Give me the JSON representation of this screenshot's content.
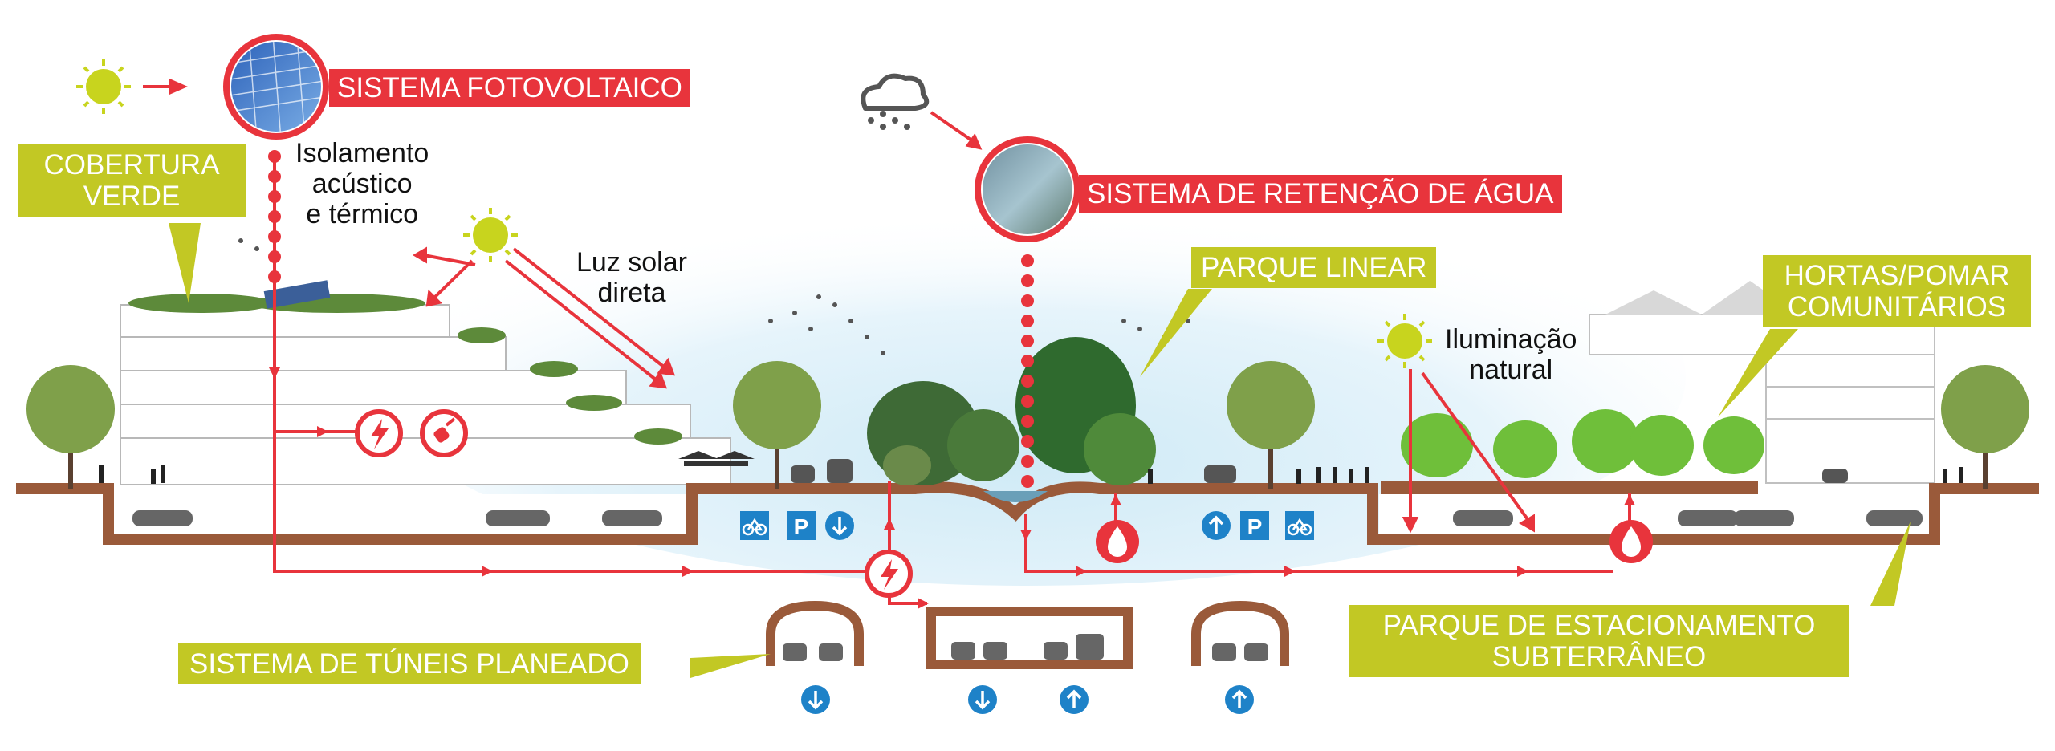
{
  "labels": {
    "fotovoltaico": "SISTEMA FOTOVOLTAICO",
    "retencao": "SISTEMA DE RETENÇÃO DE ÁGUA",
    "cobertura_line1": "COBERTURA",
    "cobertura_line2": "VERDE",
    "parque_linear": "PARQUE LINEAR",
    "hortas_line1": "HORTAS/POMAR",
    "hortas_line2": "COMUNITÁRIOS",
    "tuneis": "SISTEMA DE TÚNEIS PLANEADO",
    "estacionamento_line1": "PARQUE DE ESTACIONAMENTO",
    "estacionamento_line2": "SUBTERRÂNEO"
  },
  "notes": {
    "isolamento_line1": "Isolamento",
    "isolamento_line2": "acústico",
    "isolamento_line3": "e térmico",
    "luz_line1": "Luz solar",
    "luz_line2": "direta",
    "iluminacao_line1": "Iluminação",
    "iluminacao_line2": "natural"
  },
  "signs": {
    "parking": "P"
  },
  "colors": {
    "red": "#e8343c",
    "lime": "#c2c824",
    "earth": "#9a5a3a",
    "sign_blue": "#1e82c8",
    "sun": "#c8d41e"
  },
  "icons": [
    "sun-icon",
    "rain-cloud-icon",
    "lightning-icon",
    "plug-icon",
    "water-drop-icon",
    "bicycle-icon",
    "parking-icon",
    "arrow-down-icon",
    "arrow-up-icon",
    "tree-icon",
    "car-icon",
    "tunnel-icon",
    "building-icon"
  ]
}
